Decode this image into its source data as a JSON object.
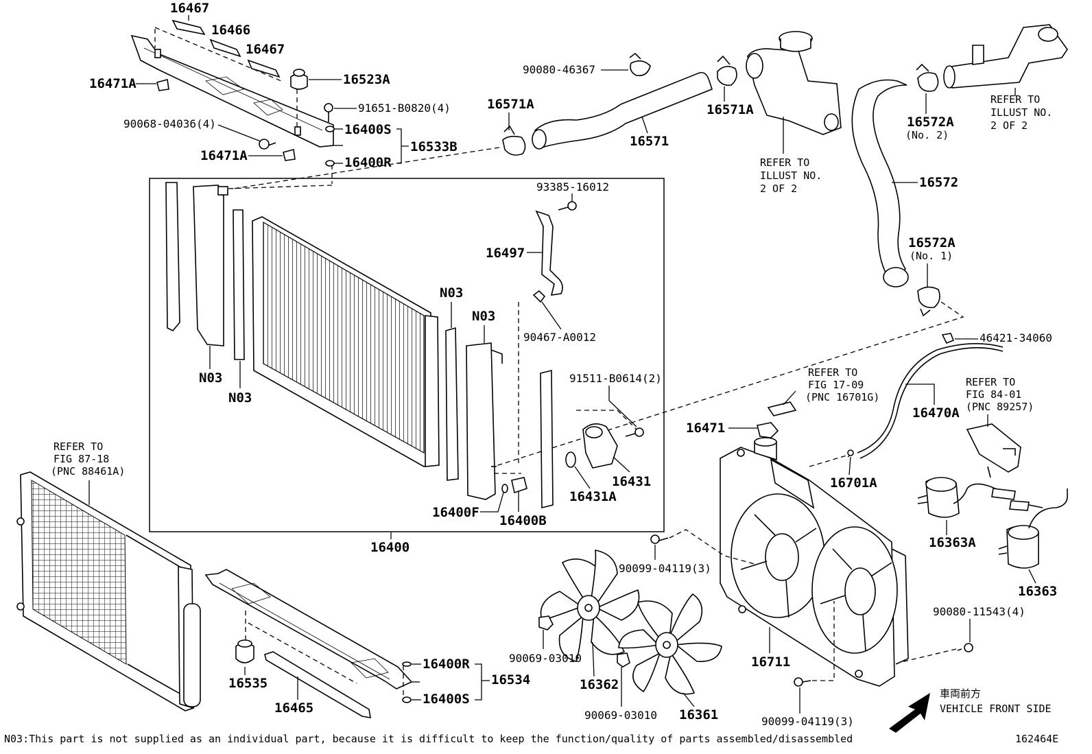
{
  "labels": {
    "p16467a": "16467",
    "p16466": "16466",
    "p16467b": "16467",
    "p16471a_top": "16471A",
    "p16523a": "16523A",
    "p91651": "91651-B0820(4)",
    "p90068": "90068-04036(4)",
    "p16400s_top": "16400S",
    "p16533b": "16533B",
    "p16471a_mid": "16471A",
    "p16400r_top": "16400R",
    "p16571a_left": "16571A",
    "p90080_46367": "90080-46367",
    "p16571": "16571",
    "p16571a_right": "16571A",
    "p16572a_no2": "16572A",
    "p16572a_no2_sub": "(No. 2)",
    "p16572": "16572",
    "p16572a_no1": "16572A",
    "p16572a_no1_sub": "(No. 1)",
    "p93385": "93385-16012",
    "p16497": "16497",
    "p90467": "90467-A0012",
    "n03_a": "N03",
    "n03_b": "N03",
    "n03_c": "N03",
    "n03_d": "N03",
    "p91511": "91511-B0614(2)",
    "p16431": "16431",
    "p16431a": "16431A",
    "p16400f": "16400F",
    "p16400b": "16400B",
    "p16400": "16400",
    "p46421": "46421-34060",
    "p16470a": "16470A",
    "p16471": "16471",
    "p16701a": "16701A",
    "p16363a": "16363A",
    "p16363": "16363",
    "p90099_a": "90099-04119(3)",
    "p90080_11543": "90080-11543(4)",
    "p90069_a": "90069-03010",
    "p16362": "16362",
    "p90069_b": "90069-03010",
    "p16361": "16361",
    "p16711": "16711",
    "p90099_b": "90099-04119(3)",
    "p16535": "16535",
    "p16465": "16465",
    "p16400r_bot": "16400R",
    "p16534": "16534",
    "p16400s_bot": "16400S"
  },
  "refers": {
    "illust_a": [
      "REFER TO",
      "ILLUST NO.",
      "2 OF 2"
    ],
    "illust_b": [
      "REFER TO",
      "ILLUST NO.",
      "2 OF 2"
    ],
    "fig1709": [
      "REFER TO",
      "FIG 17-09",
      "(PNC 16701G)"
    ],
    "fig8401": [
      "REFER TO",
      "FIG 84-01",
      "(PNC 89257)"
    ],
    "fig8718": [
      "REFER TO",
      "FIG 87-18",
      "(PNC 88461A)"
    ]
  },
  "orientation": {
    "jp": "車両前方",
    "en": "VEHICLE FRONT SIDE"
  },
  "footnote": "N03:This part is not supplied as an individual part, because it is difficult to keep the function/quality of parts assembled/disassembled",
  "illustration_id": "162464E"
}
